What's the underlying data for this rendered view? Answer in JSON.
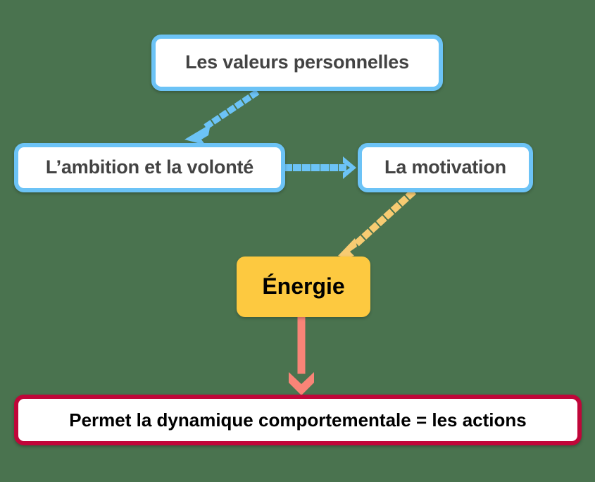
{
  "diagram": {
    "background_color": "#4a734f",
    "title_text": "",
    "nodes": [
      {
        "id": "valeurs",
        "label": "Les valeurs personnelles",
        "style": "blue-outline",
        "fill": "#ffffff",
        "border_color": "#6cc3f6",
        "text_color": "#434343"
      },
      {
        "id": "ambition",
        "label": "L’ambition et la volonté",
        "style": "blue-outline",
        "fill": "#ffffff",
        "border_color": "#6cc3f6",
        "text_color": "#434343"
      },
      {
        "id": "motivation",
        "label": "La motivation",
        "style": "blue-outline",
        "fill": "#ffffff",
        "border_color": "#6cc3f6",
        "text_color": "#434343"
      },
      {
        "id": "energie",
        "label": "Énergie",
        "style": "yellow-fill",
        "fill": "#fdc940",
        "border_color": "#fdc940",
        "text_color": "#000000"
      },
      {
        "id": "actions",
        "label": "Permet la dynamique comportementale = les actions",
        "style": "crimson-outline",
        "fill": "#ffffff",
        "border_color": "#c00639",
        "text_color": "#000000"
      }
    ],
    "connectors": [
      {
        "id": "valeurs-to-ambition",
        "from": "valeurs",
        "to": "ambition",
        "color": "#6cc3f6",
        "style": "dotted",
        "arrowhead": "filled-chevron",
        "direction": "down-left"
      },
      {
        "id": "ambition-to-motivation",
        "from": "ambition",
        "to": "motivation",
        "color": "#6cc3f6",
        "style": "dotted",
        "arrowhead": "open-chevron",
        "direction": "right"
      },
      {
        "id": "motivation-to-energie",
        "from": "motivation",
        "to": "energie",
        "color": "#f7cb72",
        "style": "dotted",
        "arrowhead": "open-chevron",
        "direction": "down-left"
      },
      {
        "id": "energie-to-actions",
        "from": "energie",
        "to": "actions",
        "color": "#f98477",
        "style": "dotted",
        "arrowhead": "open-chevron",
        "direction": "down"
      }
    ]
  }
}
